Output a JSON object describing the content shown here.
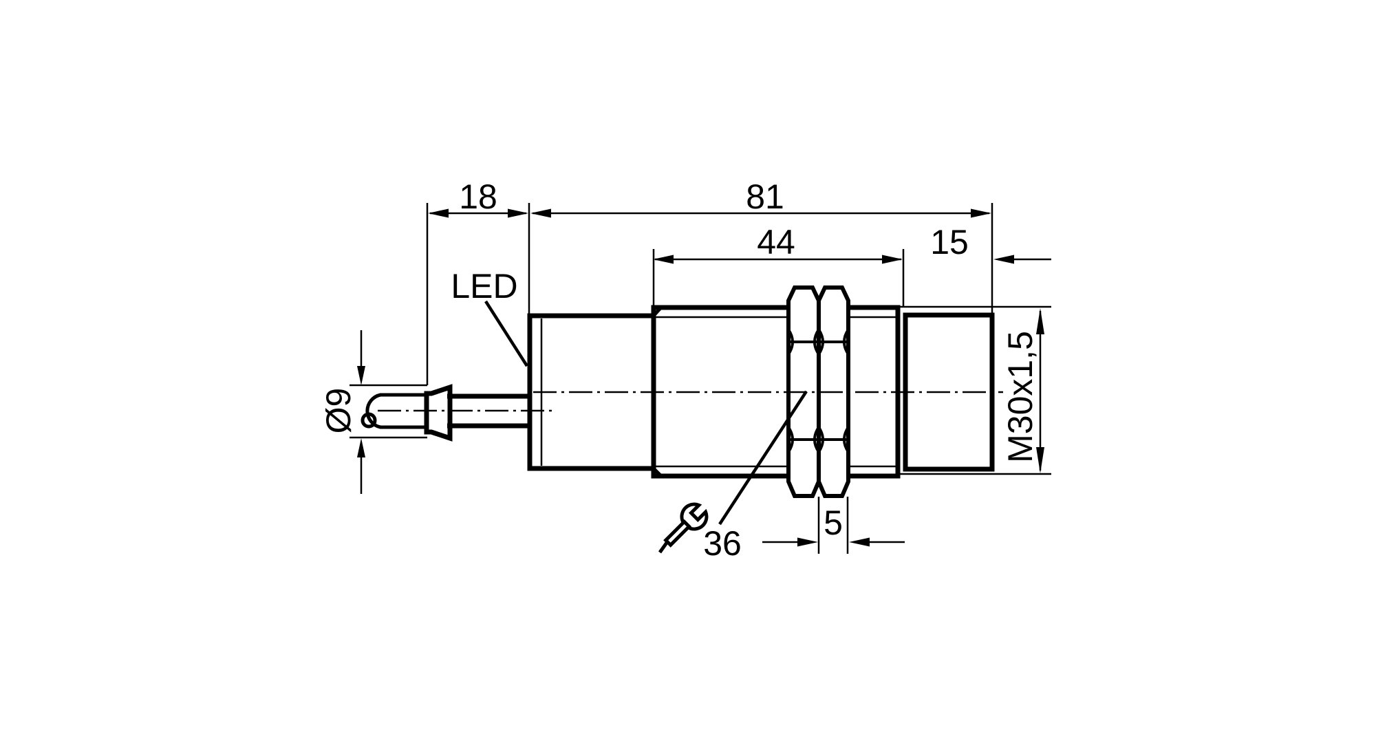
{
  "page": {
    "background": "#ffffff",
    "line_color": "#000000"
  },
  "drawing": {
    "kind": "sensor-dimension-drawing",
    "dimensions": {
      "rear_section_length": "18",
      "body_length": "81",
      "thread_length": "44",
      "front_section_length": "15",
      "cable_diameter": "Ø9",
      "thread_spec": "M30x1,5",
      "wrench_size": "36",
      "nut_width": "5"
    },
    "labels": {
      "led": "LED"
    },
    "icons": {
      "wrench": "open-end-wrench-icon"
    }
  }
}
